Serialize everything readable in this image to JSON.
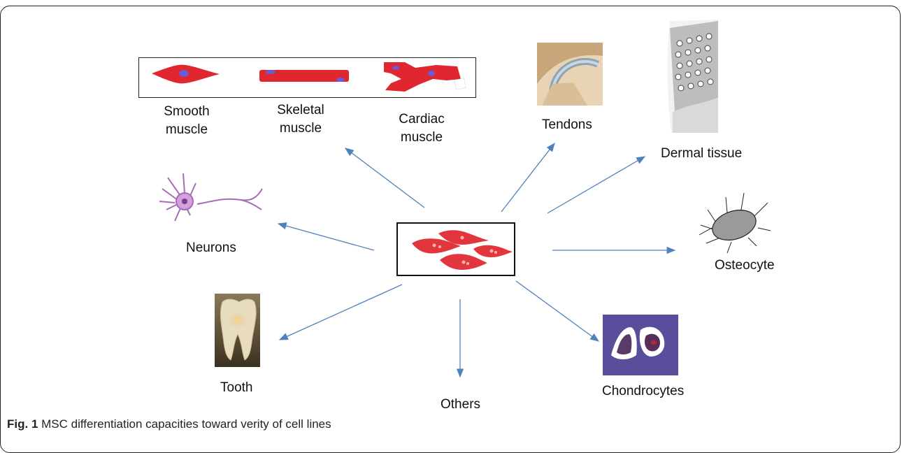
{
  "diagram": {
    "labels": {
      "smooth": [
        "Smooth",
        "muscle"
      ],
      "skeletal": [
        "Skeletal",
        "muscle"
      ],
      "cardiac": [
        "Cardiac",
        "muscle"
      ],
      "tendons": "Tendons",
      "dermal": "Dermal tissue",
      "neurons": "Neurons",
      "osteocyte": "Osteocyte",
      "tooth": "Tooth",
      "others": "Others",
      "chondrocytes": "Chondrocytes"
    },
    "arrow_color": "#4f81bd",
    "muscle_color": "#e0262e",
    "nucleus_color": "#6b5bd6"
  },
  "caption": {
    "label": "Fig. 1",
    "text": "MSC differentiation capacities toward verity of cell lines"
  }
}
